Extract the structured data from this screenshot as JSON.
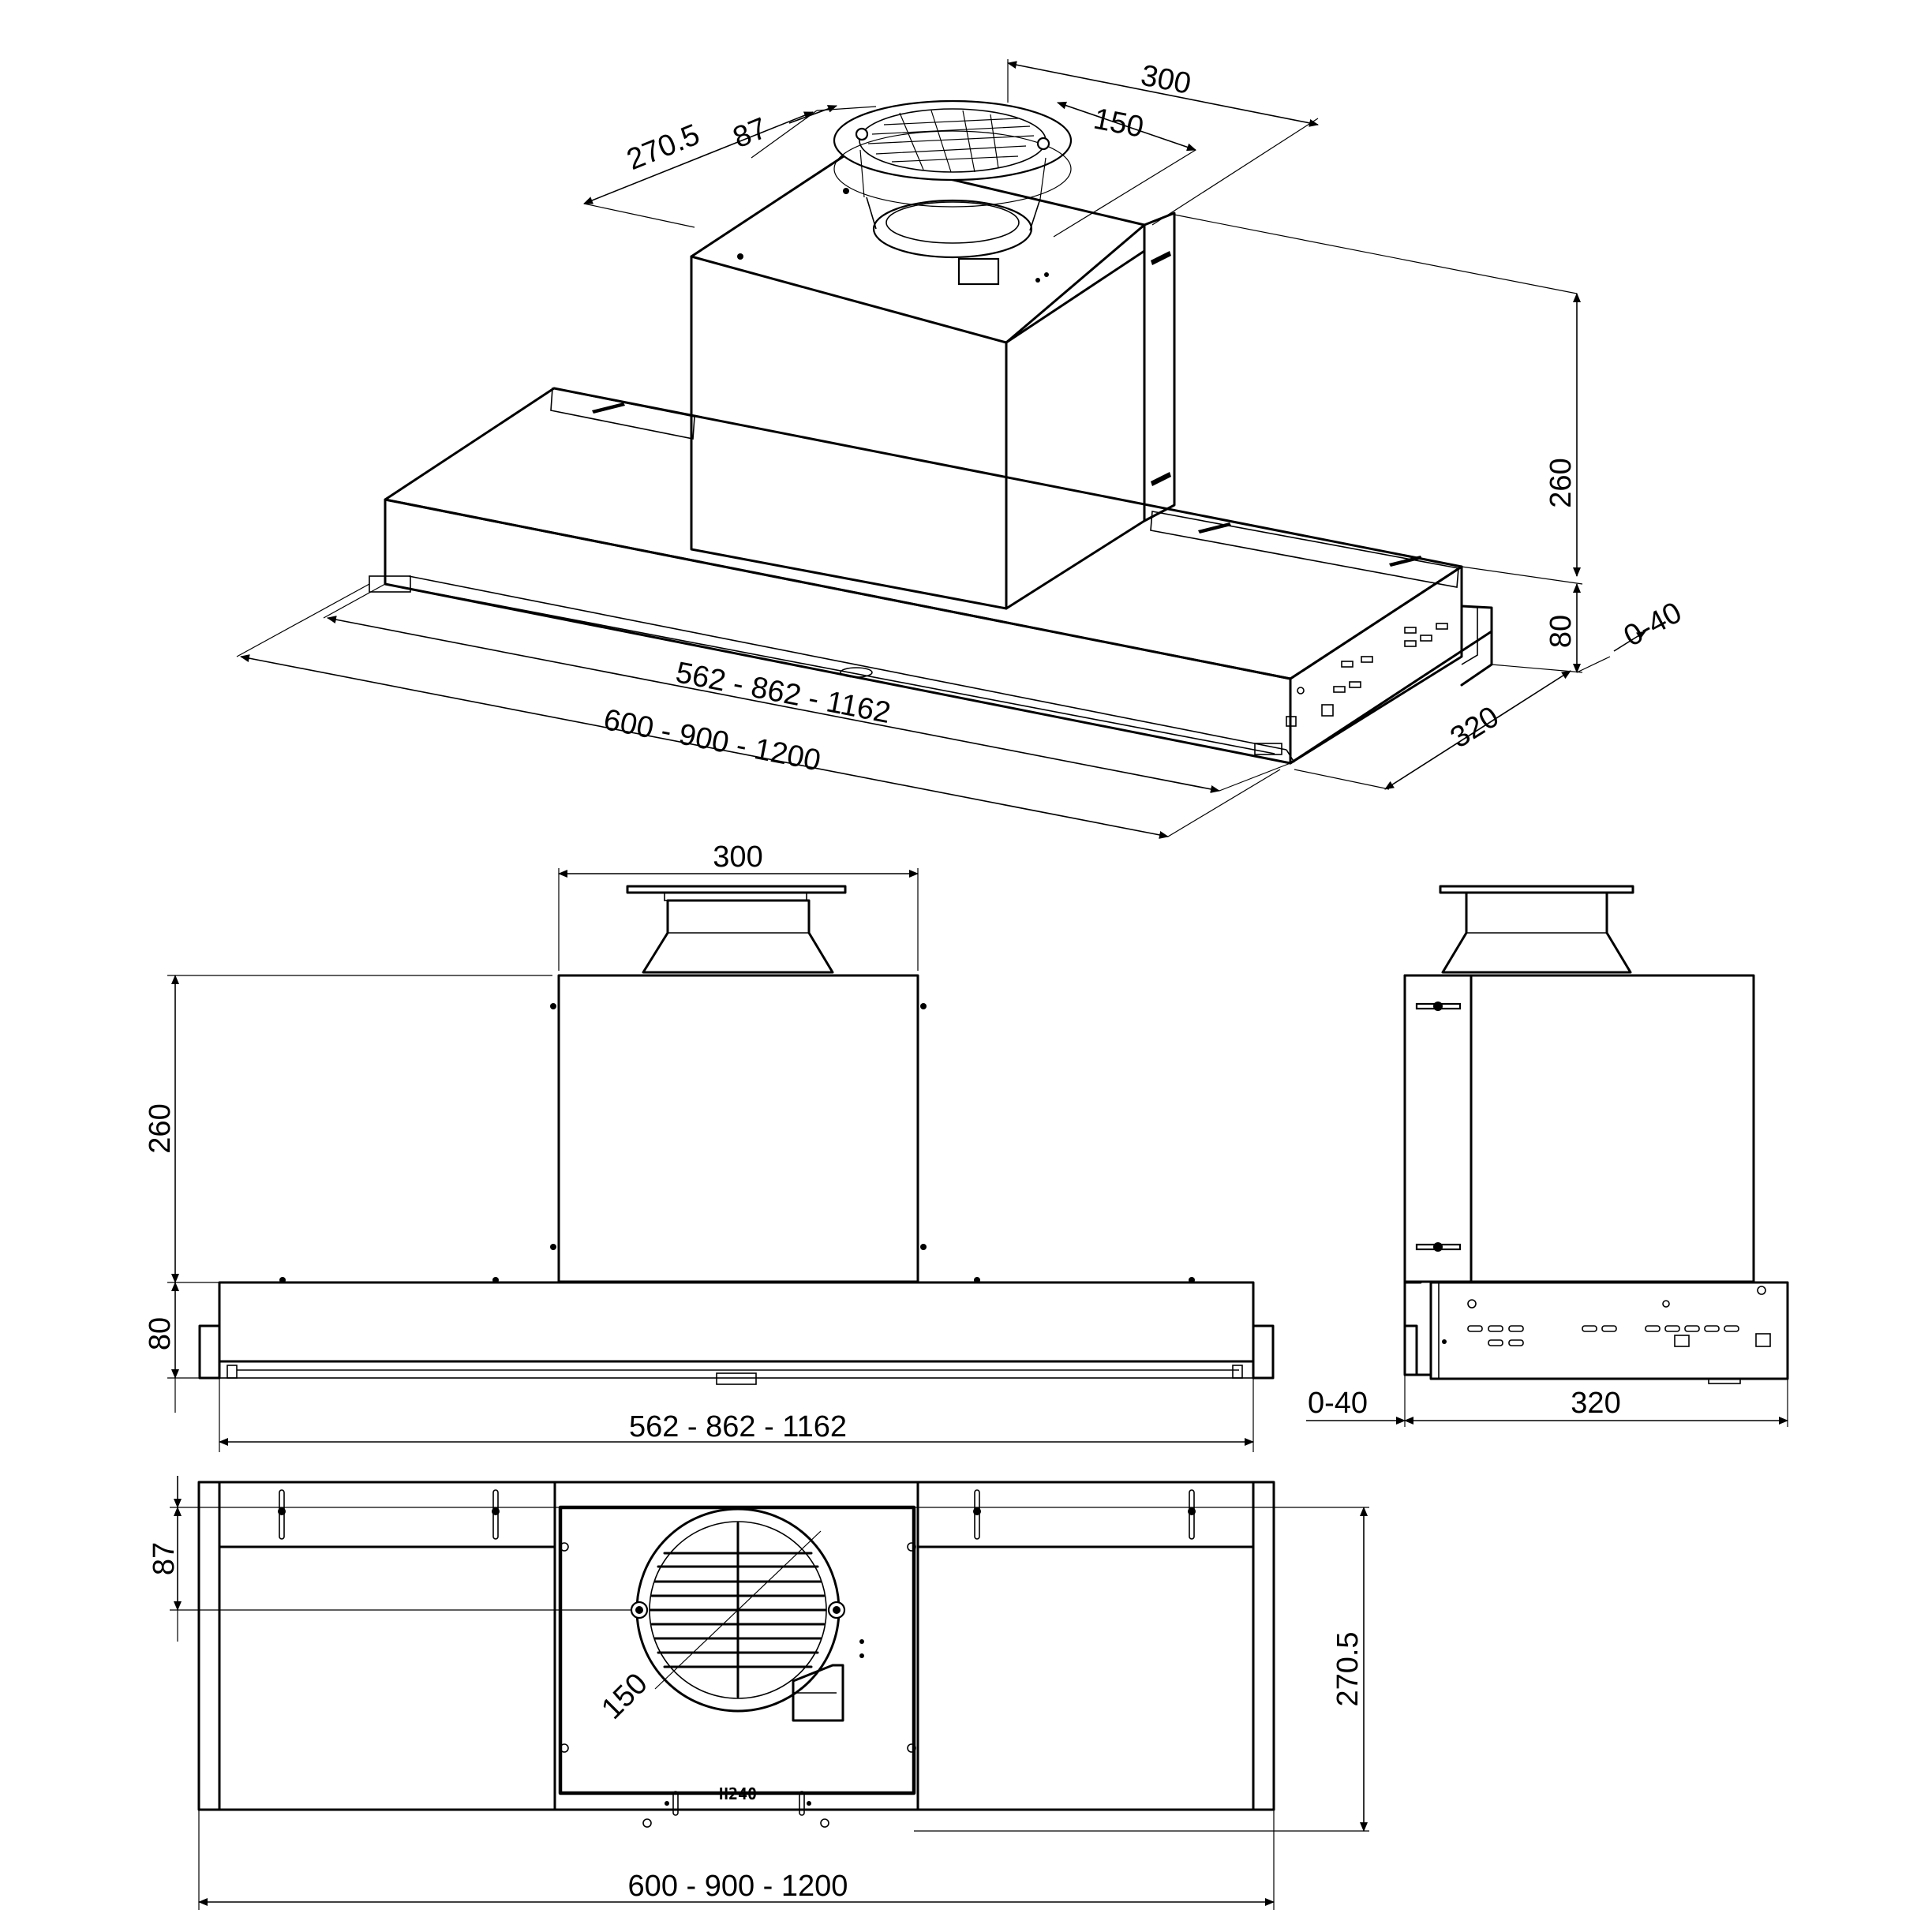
{
  "dimensions": {
    "iso_outlet_width": "300",
    "iso_outlet_diameter": "150",
    "iso_depth_offset": "270.5",
    "iso_front_offset": "87",
    "iso_chimney_height": "260",
    "iso_body_height": "80",
    "iso_side_gap": "0-40",
    "iso_depth": "320",
    "iso_inner_width": "562 - 862 - 1162",
    "iso_outer_width": "600 - 900 - 1200",
    "front_outlet_width": "300",
    "front_chimney_height": "260",
    "front_body_height": "80",
    "front_inner_width": "562 - 862 - 1162",
    "side_gap": "0-40",
    "side_depth": "320",
    "bottom_front_offset": "87",
    "bottom_depth_offset": "270.5",
    "bottom_outlet_diameter": "150",
    "bottom_outer_width": "600 - 900 - 1200"
  },
  "plate_tag": "H240",
  "stroke_color": "#000000",
  "background_color": "#ffffff"
}
